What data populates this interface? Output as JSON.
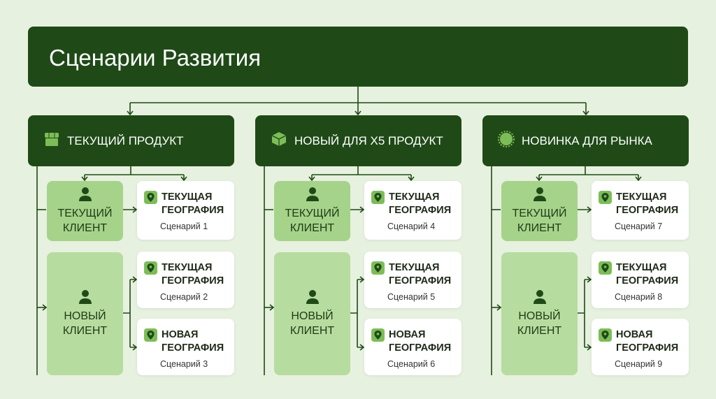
{
  "title": "Сценарии Развития",
  "columns": [
    {
      "header": "ТЕКУЩИЙ ПРОДУКТ",
      "icon": "store-icon",
      "current_client": "ТЕКУЩИЙ КЛИЕНТ",
      "new_client": "НОВЫЙ КЛИЕНТ",
      "geos": [
        {
          "title": "ТЕКУЩАЯ ГЕОГРАФИЯ",
          "scenario": "Сценарий 1"
        },
        {
          "title": "ТЕКУЩАЯ ГЕОГРАФИЯ",
          "scenario": "Сценарий 2"
        },
        {
          "title": "НОВАЯ ГЕОГРАФИЯ",
          "scenario": "Сценарий 3"
        }
      ]
    },
    {
      "header": "НОВЫЙ ДЛЯ X5 ПРОДУКТ",
      "icon": "cube-icon",
      "current_client": "ТЕКУЩИЙ КЛИЕНТ",
      "new_client": "НОВЫЙ КЛИЕНТ",
      "geos": [
        {
          "title": "ТЕКУЩАЯ ГЕОГРАФИЯ",
          "scenario": "Сценарий 4"
        },
        {
          "title": "ТЕКУЩАЯ ГЕОГРАФИЯ",
          "scenario": "Сценарий 5"
        },
        {
          "title": "НОВАЯ ГЕОГРАФИЯ",
          "scenario": "Сценарий 6"
        }
      ]
    },
    {
      "header": "НОВИНКА ДЛЯ РЫНКА",
      "icon": "badge-icon",
      "current_client": "ТЕКУЩИЙ КЛИЕНТ",
      "new_client": "НОВЫЙ КЛИЕНТ",
      "geos": [
        {
          "title": "ТЕКУЩАЯ ГЕОГРАФИЯ",
          "scenario": "Сценарий 7"
        },
        {
          "title": "ТЕКУЩАЯ ГЕОГРАФИЯ",
          "scenario": "Сценарий 8"
        },
        {
          "title": "НОВАЯ ГЕОГРАФИЯ",
          "scenario": "Сценарий 9"
        }
      ]
    }
  ],
  "colors": {
    "dark": "#1f4a17",
    "accent": "#7dbd58",
    "client": "#a6d38a",
    "bg": "#e7f1df"
  }
}
